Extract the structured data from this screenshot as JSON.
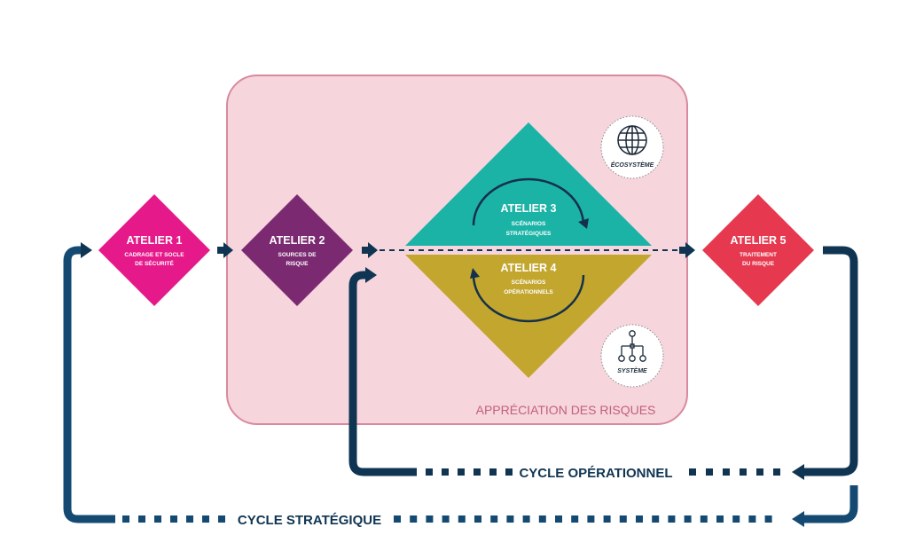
{
  "diagram": {
    "zone": {
      "label": "APPRÉCIATION DES RISQUES",
      "fill": "#f6d5dc",
      "stroke": "#d98a9e"
    },
    "ateliers": [
      {
        "id": "atelier-1",
        "title": "ATELIER 1",
        "lines": [
          "CADRAGE ET SOCLE",
          "DE SÉCURITÉ"
        ],
        "color": "#e5198a"
      },
      {
        "id": "atelier-2",
        "title": "ATELIER 2",
        "lines": [
          "SOURCES DE",
          "RISQUE"
        ],
        "color": "#7b2a72"
      },
      {
        "id": "atelier-3",
        "title": "ATELIER 3",
        "lines": [
          "SCÉNARIOS",
          "STRATÉGIQUES"
        ],
        "color": "#1bb3a6"
      },
      {
        "id": "atelier-4",
        "title": "ATELIER 4",
        "lines": [
          "SCÉNARIOS",
          "OPÉRATIONNELS"
        ],
        "color": "#c2a62e"
      },
      {
        "id": "atelier-5",
        "title": "ATELIER 5",
        "lines": [
          "TRAITEMENT",
          "DU RISQUE"
        ],
        "color": "#e63950"
      }
    ],
    "badges": {
      "ecosystem": {
        "label": "ÉCOSYSTÈME",
        "icon": "globe-icon"
      },
      "system": {
        "label": "SYSTÈME",
        "icon": "network-tree-icon"
      }
    },
    "cycles": {
      "operational": {
        "label": "CYCLE OPÉRATIONNEL"
      },
      "strategic": {
        "label": "CYCLE STRATÉGIQUE"
      }
    },
    "colors": {
      "arrow_dark": "#0f3553",
      "arrow_strategic": "#144a72"
    }
  }
}
